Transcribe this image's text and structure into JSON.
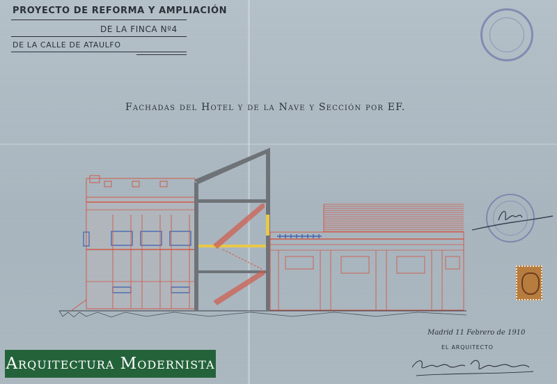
{
  "document": {
    "title_block": {
      "line1": "Proyecto de reforma y ampliación",
      "line2": "de la finca Nº4",
      "line3": "de la calle de Ataulfo"
    },
    "drawing_title": "Fachadas del Hotel y de la Nave y Sección por EF.",
    "place_date": "Madrid 11 Febrero de 1910",
    "architect_label": "EL ARQUITECTO"
  },
  "overlay": {
    "brand": "Arquitectura Modernista"
  },
  "colors": {
    "paper": "#b3bfc7",
    "ink": "#2b3038",
    "red_ink": "#d05a4a",
    "blue_ink": "#3f63b0",
    "section_fill": "#6e7378",
    "yellow": "#e8c84a",
    "stamp": "#5f5fa0",
    "brand_green": "#24633a"
  },
  "icons": [
    "seal-stamp-icon",
    "tax-stamp-icon",
    "signature-icon"
  ]
}
